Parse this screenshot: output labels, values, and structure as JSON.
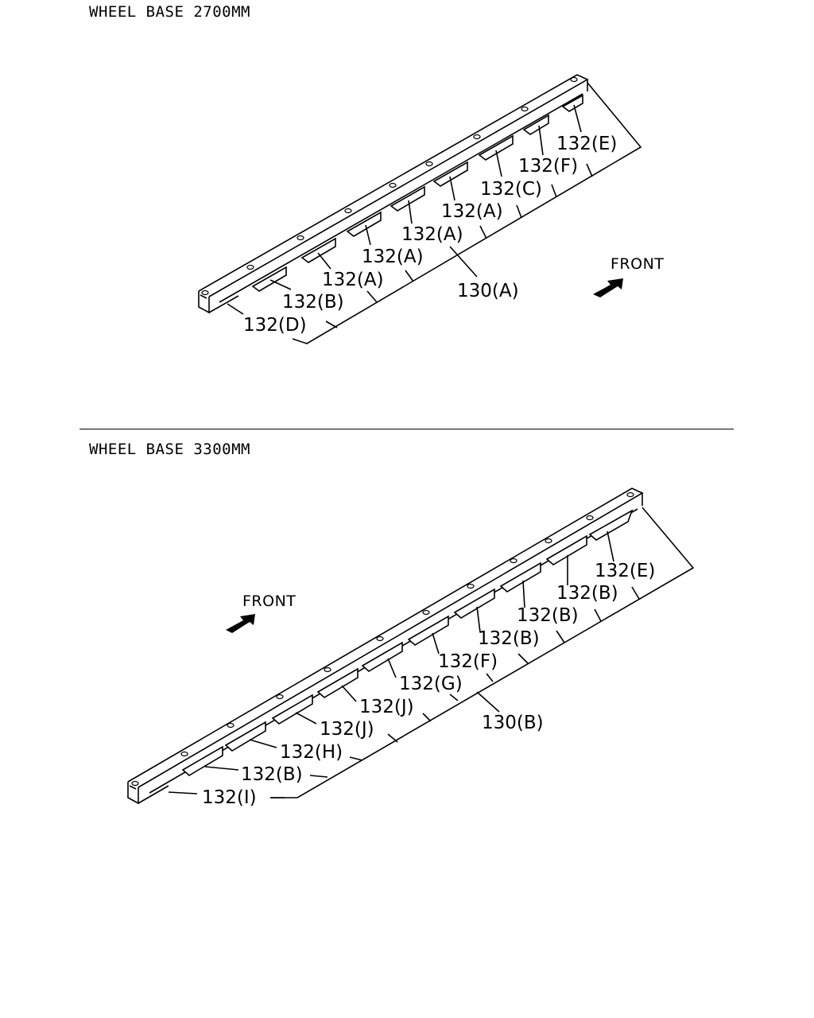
{
  "sections": [
    {
      "title": "WHEEL BASE 2700MM",
      "front_label": "FRONT",
      "main_part": "130(A)",
      "parts": [
        "132(D)",
        "132(B)",
        "132(A)",
        "132(A)",
        "132(A)",
        "132(A)",
        "132(C)",
        "132(F)",
        "132(E)"
      ]
    },
    {
      "title": "WHEEL BASE 3300MM",
      "front_label": "FRONT",
      "main_part": "130(B)",
      "parts": [
        "132(I)",
        "132(B)",
        "132(H)",
        "132(J)",
        "132(J)",
        "132(G)",
        "132(F)",
        "132(B)",
        "132(B)",
        "132(B)",
        "132(E)"
      ]
    }
  ],
  "colors": {
    "ink": "#000000",
    "background": "#ffffff"
  },
  "icons": {
    "front_arrow": "front-arrow-icon",
    "mount_hole": "mount-hole-icon"
  }
}
